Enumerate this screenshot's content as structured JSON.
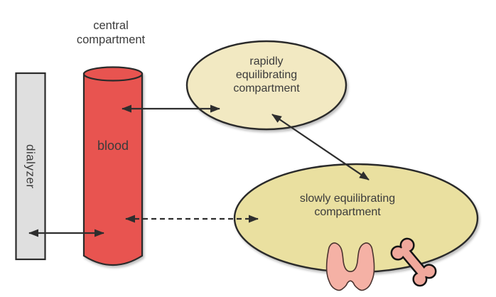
{
  "diagram": {
    "type": "compartment-model",
    "nodes": {
      "dialyzer": {
        "label": "dialyzer",
        "shape": "rectangle"
      },
      "central": {
        "caption": "central compartment",
        "label": "blood",
        "shape": "cylinder"
      },
      "rapid": {
        "label": "rapidly equilibrating compartment",
        "shape": "ellipse"
      },
      "slow": {
        "label": "slowly equilibrating compartment",
        "shape": "ellipse"
      }
    },
    "icons": [
      {
        "name": "thyroid-gland-icon",
        "location": "slow compartment bottom"
      },
      {
        "name": "bone-icon",
        "location": "slow compartment bottom right"
      }
    ],
    "edges": [
      {
        "from": "dialyzer",
        "to": "blood",
        "style": "solid",
        "bidirectional": true
      },
      {
        "from": "blood",
        "to": "rapidly equilibrating compartment",
        "style": "solid",
        "bidirectional": true
      },
      {
        "from": "rapidly equilibrating compartment",
        "to": "slowly equilibrating compartment",
        "style": "solid",
        "bidirectional": true
      },
      {
        "from": "blood",
        "to": "slowly equilibrating compartment",
        "style": "dashed",
        "bidirectional": true
      }
    ]
  },
  "colors": {
    "background": "#ffffff",
    "blood_red": "#e85450",
    "outline": "#2a2a2a",
    "rapid_fill": "#f2e9c2",
    "slow_fill": "#eae0a0",
    "dialyzer_fill": "#dfdfdf",
    "arrow": "#2e2e2e",
    "text": "#3b3b3b",
    "thyroid_fill": "#f5b1a5",
    "thyroid_outline": "#4a332f",
    "bone_fill": "#f0a89c",
    "bone_outline": "#141414"
  }
}
